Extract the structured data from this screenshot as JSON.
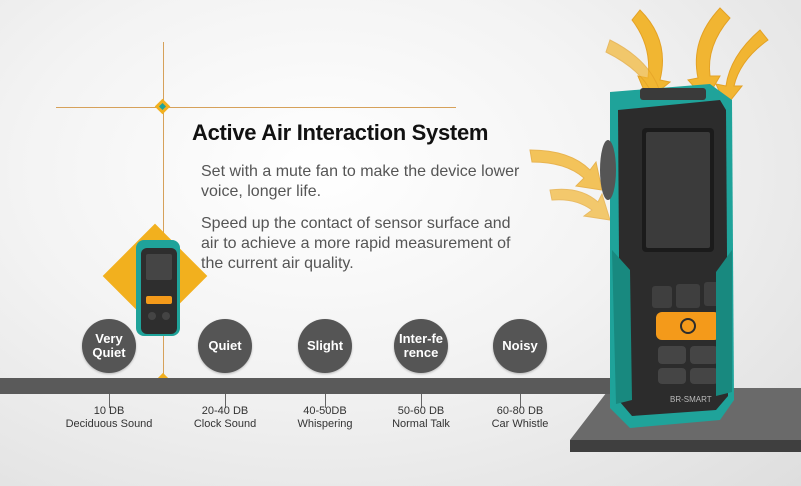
{
  "headline": "Active Air Interaction System",
  "paragraphs": [
    "Set with a  mute fan to make the device lower voice, longer life.",
    "Speed up the contact of sensor surface and air to achieve a more rapid measurement of the current air quality."
  ],
  "device": {
    "brand": "BR-SMART"
  },
  "levels": [
    {
      "label": "Very Quiet",
      "db": "10 DB",
      "example": "Deciduous Sound"
    },
    {
      "label": "Quiet",
      "db": "20-40 DB",
      "example": "Clock Sound"
    },
    {
      "label": "Slight",
      "db": "40-50DB",
      "example": "Whispering"
    },
    {
      "label": "Inter-ference",
      "db": "50-60 DB",
      "example": "Normal Talk"
    },
    {
      "label": "Noisy",
      "db": "60-80 DB",
      "example": "Car Whistle"
    }
  ],
  "colors": {
    "accent": "#f2b01e",
    "device_teal": "#1fa39a",
    "track": "#5a5a5a",
    "button_orange": "#f49a1a"
  }
}
